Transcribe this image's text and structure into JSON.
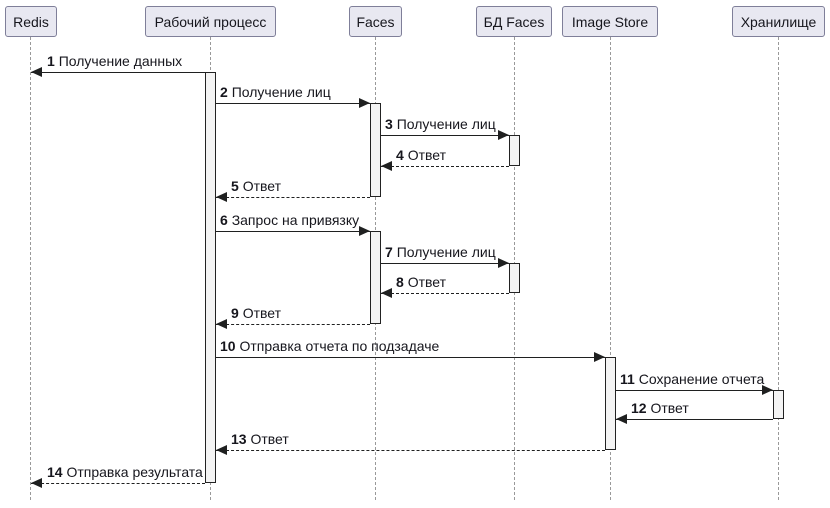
{
  "diagram": {
    "type": "sequence-diagram",
    "participants": [
      {
        "name": "Redis"
      },
      {
        "name": "Рабочий процесс"
      },
      {
        "name": "Faces"
      },
      {
        "name": "БД Faces"
      },
      {
        "name": "Image Store"
      },
      {
        "name": "Хранилище"
      }
    ],
    "messages": [
      {
        "num": "1",
        "label": "Получение данных",
        "from": "Рабочий процесс",
        "to": "Redis",
        "line": "solid"
      },
      {
        "num": "2",
        "label": "Получение лиц",
        "from": "Рабочий процесс",
        "to": "Faces",
        "line": "solid"
      },
      {
        "num": "3",
        "label": "Получение лиц",
        "from": "Faces",
        "to": "БД Faces",
        "line": "solid"
      },
      {
        "num": "4",
        "label": "Ответ",
        "from": "БД Faces",
        "to": "Faces",
        "line": "dashed"
      },
      {
        "num": "5",
        "label": "Ответ",
        "from": "Faces",
        "to": "Рабочий процесс",
        "line": "dashed"
      },
      {
        "num": "6",
        "label": "Запрос на привязку",
        "from": "Рабочий процесс",
        "to": "Faces",
        "line": "solid"
      },
      {
        "num": "7",
        "label": "Получение лиц",
        "from": "Faces",
        "to": "БД Faces",
        "line": "solid"
      },
      {
        "num": "8",
        "label": "Ответ",
        "from": "БД Faces",
        "to": "Faces",
        "line": "dashed"
      },
      {
        "num": "9",
        "label": "Ответ",
        "from": "Faces",
        "to": "Рабочий процесс",
        "line": "dashed"
      },
      {
        "num": "10",
        "label": "Отправка отчета по подзадаче",
        "from": "Рабочий процесс",
        "to": "Image Store",
        "line": "solid"
      },
      {
        "num": "11",
        "label": "Сохранение отчета",
        "from": "Image Store",
        "to": "Хранилище",
        "line": "solid"
      },
      {
        "num": "12",
        "label": "Ответ",
        "from": "Хранилище",
        "to": "Image Store",
        "line": "solid"
      },
      {
        "num": "13",
        "label": "Ответ",
        "from": "Image Store",
        "to": "Рабочий процесс",
        "line": "dashed"
      },
      {
        "num": "14",
        "label": "Отправка результата",
        "from": "Рабочий процесс",
        "to": "Redis",
        "line": "dashed"
      }
    ],
    "colors": {
      "background": "#ffffff",
      "participant_fill": "#e8e8f1",
      "participant_border": "#7f7f99",
      "lifeline": "#999999",
      "message_line": "#1f2020",
      "activation_fill": "#f4f4f4",
      "activation_border": "#222222",
      "text": "#16161d"
    }
  }
}
